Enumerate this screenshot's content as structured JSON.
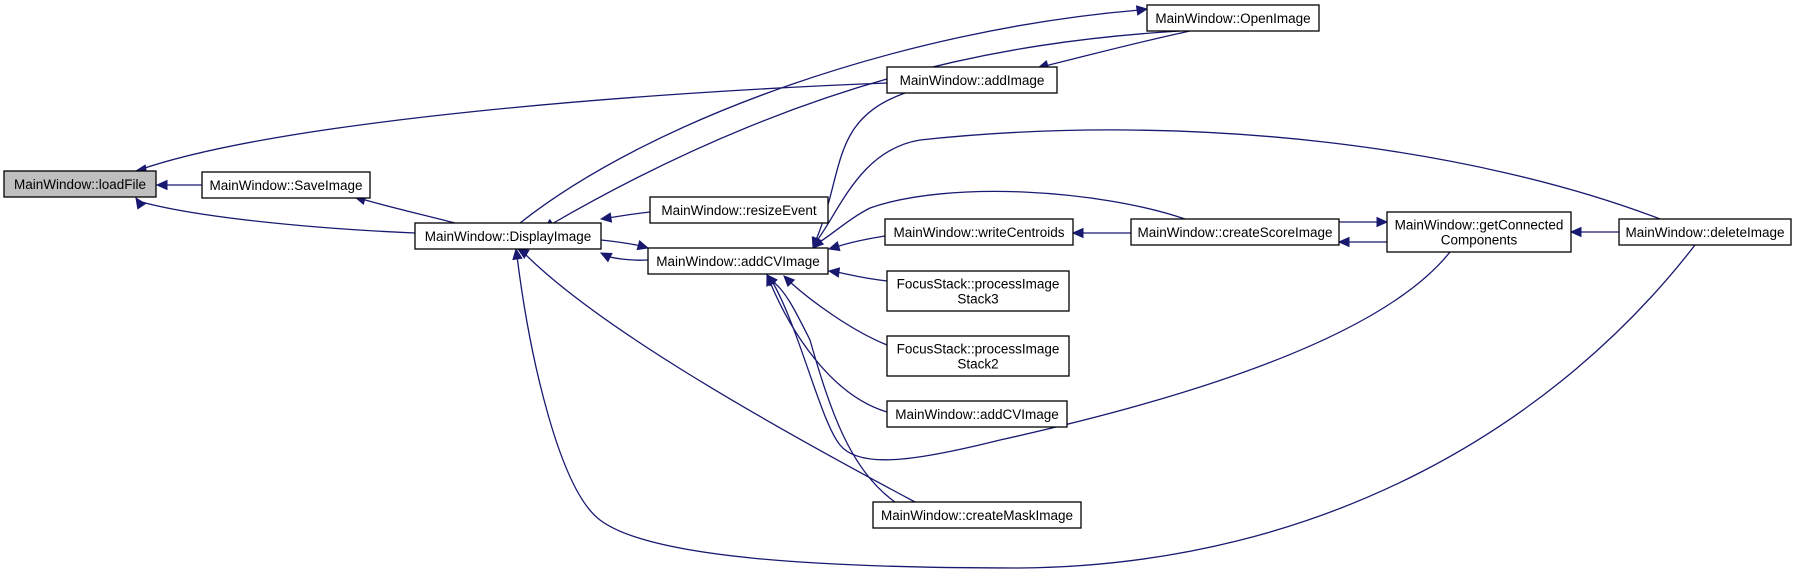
{
  "graph": {
    "edge_color": "#191970",
    "node_border_color": "#000000",
    "highlight_fill": "#bfbfbf",
    "nodes": [
      {
        "id": "loadFile",
        "lines": [
          "MainWindow::loadFile"
        ],
        "highlighted": true
      },
      {
        "id": "SaveImage",
        "lines": [
          "MainWindow::SaveImage"
        ]
      },
      {
        "id": "DisplayImage",
        "lines": [
          "MainWindow::DisplayImage"
        ]
      },
      {
        "id": "OpenImage",
        "lines": [
          "MainWindow::OpenImage"
        ]
      },
      {
        "id": "addImage",
        "lines": [
          "MainWindow::addImage"
        ]
      },
      {
        "id": "resizeEvent",
        "lines": [
          "MainWindow::resizeEvent"
        ]
      },
      {
        "id": "addCVImage",
        "lines": [
          "MainWindow::addCVImage"
        ]
      },
      {
        "id": "writeCentroids",
        "lines": [
          "MainWindow::writeCentroids"
        ]
      },
      {
        "id": "processImageStack3",
        "lines": [
          "FocusStack::processImage",
          "Stack3"
        ]
      },
      {
        "id": "processImageStack2",
        "lines": [
          "FocusStack::processImage",
          "Stack2"
        ]
      },
      {
        "id": "addCVImage2",
        "lines": [
          "MainWindow::addCVImage"
        ]
      },
      {
        "id": "createMaskImage",
        "lines": [
          "MainWindow::createMaskImage"
        ]
      },
      {
        "id": "createScoreImage",
        "lines": [
          "MainWindow::createScoreImage"
        ]
      },
      {
        "id": "getConnectedComponents",
        "lines": [
          "MainWindow::getConnected",
          "Components"
        ]
      },
      {
        "id": "deleteImage",
        "lines": [
          "MainWindow::deleteImage"
        ]
      }
    ],
    "edges": [
      {
        "from": "SaveImage",
        "to": "loadFile"
      },
      {
        "from": "addImage",
        "to": "loadFile"
      },
      {
        "from": "DisplayImage",
        "to": "loadFile"
      },
      {
        "from": "DisplayImage",
        "to": "SaveImage"
      },
      {
        "from": "DisplayImage",
        "to": "OpenImage"
      },
      {
        "from": "OpenImage",
        "to": "DisplayImage"
      },
      {
        "from": "OpenImage",
        "to": "addImage"
      },
      {
        "from": "resizeEvent",
        "to": "DisplayImage"
      },
      {
        "from": "addCVImage",
        "to": "DisplayImage"
      },
      {
        "from": "DisplayImage",
        "to": "addCVImage"
      },
      {
        "from": "createMaskImage",
        "to": "DisplayImage"
      },
      {
        "from": "deleteImage",
        "to": "DisplayImage"
      },
      {
        "from": "addImage",
        "to": "addCVImage"
      },
      {
        "from": "writeCentroids",
        "to": "addCVImage"
      },
      {
        "from": "processImageStack3",
        "to": "addCVImage"
      },
      {
        "from": "processImageStack2",
        "to": "addCVImage"
      },
      {
        "from": "addCVImage2",
        "to": "addCVImage"
      },
      {
        "from": "createMaskImage",
        "to": "addCVImage"
      },
      {
        "from": "createScoreImage",
        "to": "addCVImage"
      },
      {
        "from": "getConnectedComponents",
        "to": "addCVImage"
      },
      {
        "from": "deleteImage",
        "to": "addCVImage"
      },
      {
        "from": "createScoreImage",
        "to": "writeCentroids"
      },
      {
        "from": "getConnectedComponents",
        "to": "createScoreImage"
      },
      {
        "from": "createScoreImage",
        "to": "getConnectedComponents"
      },
      {
        "from": "deleteImage",
        "to": "getConnectedComponents"
      }
    ]
  }
}
